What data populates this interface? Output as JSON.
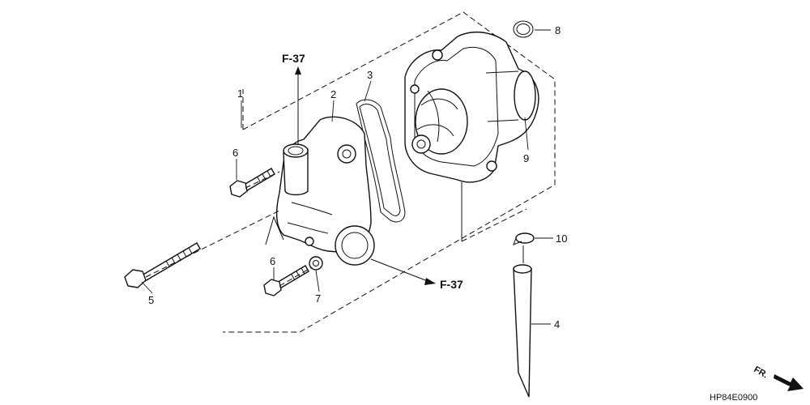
{
  "diagram": {
    "callouts": [
      {
        "id": "1",
        "text": "1"
      },
      {
        "id": "2",
        "text": "2"
      },
      {
        "id": "3",
        "text": "3"
      },
      {
        "id": "4",
        "text": "4"
      },
      {
        "id": "5",
        "text": "5"
      },
      {
        "id": "6a",
        "text": "6"
      },
      {
        "id": "6b",
        "text": "6"
      },
      {
        "id": "7",
        "text": "7"
      },
      {
        "id": "8",
        "text": "8"
      },
      {
        "id": "9",
        "text": "9"
      },
      {
        "id": "10",
        "text": "10"
      }
    ],
    "references": [
      {
        "id": "ref-top",
        "text": "F-37"
      },
      {
        "id": "ref-bottom",
        "text": "F-37"
      }
    ],
    "drawing_code": "HP84E0900",
    "orientation_marker": "FR."
  }
}
